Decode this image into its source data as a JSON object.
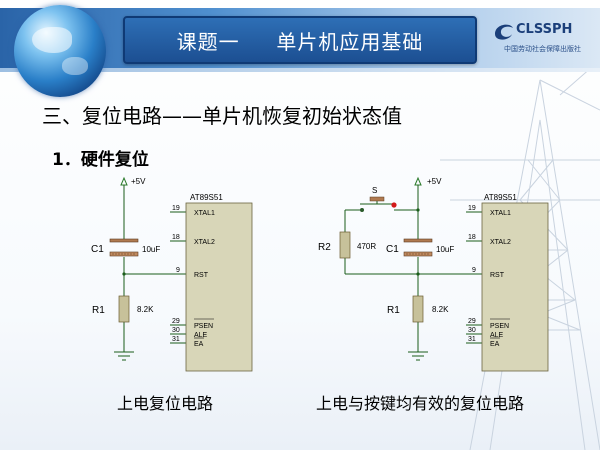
{
  "header": {
    "title": "课题一     单片机应用基础",
    "logo_text": "CLSSPH",
    "logo_subtext": "中国劳动社会保障出版社"
  },
  "section_heading": "三、复位电路——单片机恢复初始状态值",
  "sub_heading": "1．硬件复位",
  "circuit_left": {
    "vcc": "+5V",
    "chip": "AT89S51",
    "cap_name": "C1",
    "cap_value": "10uF",
    "res_name": "R1",
    "res_value": "8.2K",
    "pins": [
      {
        "num": "19",
        "name": "XTAL1"
      },
      {
        "num": "18",
        "name": "XTAL2"
      },
      {
        "num": "9",
        "name": "RST"
      },
      {
        "num": "29",
        "name": "PSEN"
      },
      {
        "num": "30",
        "name": "ALE"
      },
      {
        "num": "31",
        "name": "EA"
      }
    ],
    "caption": "上电复位电路"
  },
  "circuit_right": {
    "vcc": "+5V",
    "chip": "AT89S51",
    "switch_name": "S",
    "r2_name": "R2",
    "r2_value": "470R",
    "cap_name": "C1",
    "cap_value": "10uF",
    "res_name": "R1",
    "res_value": "8.2K",
    "pins": [
      {
        "num": "19",
        "name": "XTAL1"
      },
      {
        "num": "18",
        "name": "XTAL2"
      },
      {
        "num": "9",
        "name": "RST"
      },
      {
        "num": "29",
        "name": "PSEN"
      },
      {
        "num": "30",
        "name": "ALE"
      },
      {
        "num": "31",
        "name": "EA"
      }
    ],
    "caption": "上电与按键均有效的复位电路"
  }
}
